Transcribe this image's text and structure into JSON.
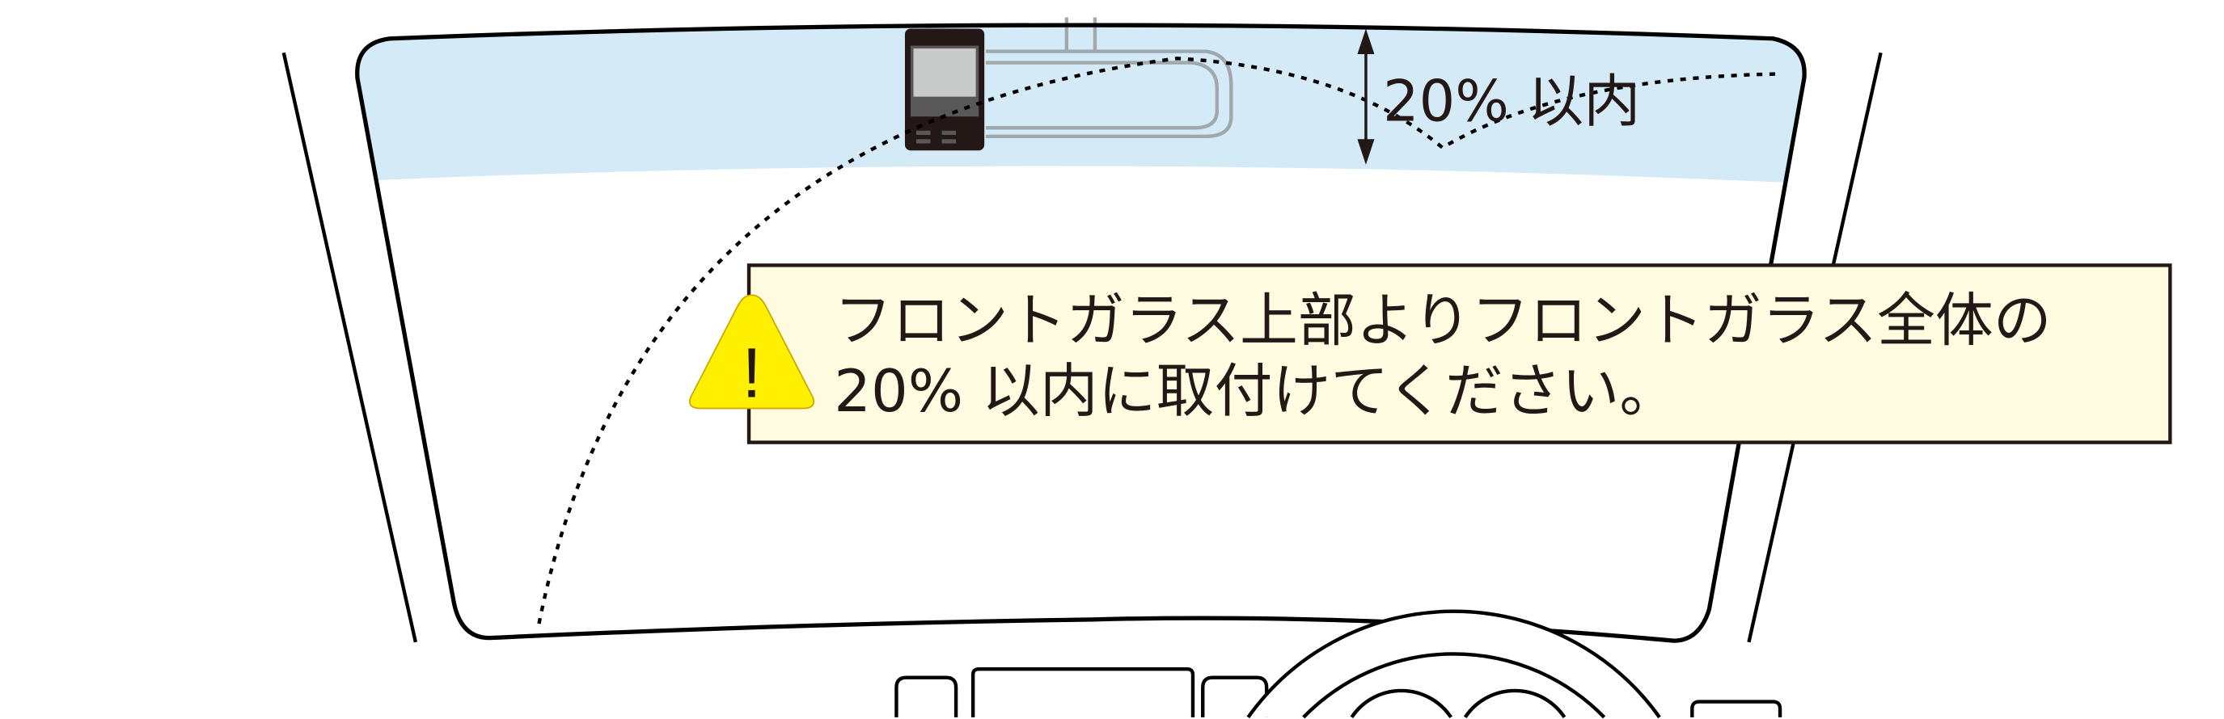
{
  "figure": {
    "height_label": "20% 以内",
    "callout": {
      "line1": "フロントガラス上部よりフロントガラス全体の",
      "line2": "20% 以内に取付けてください。"
    },
    "warning_icon": "exclamation-triangle-icon",
    "warning_mark": "!"
  },
  "colors": {
    "tint_band": "#d4ebf7",
    "callout_bg": "#fffbe0",
    "warning_yellow": "#fff000",
    "ink": "#231815"
  }
}
